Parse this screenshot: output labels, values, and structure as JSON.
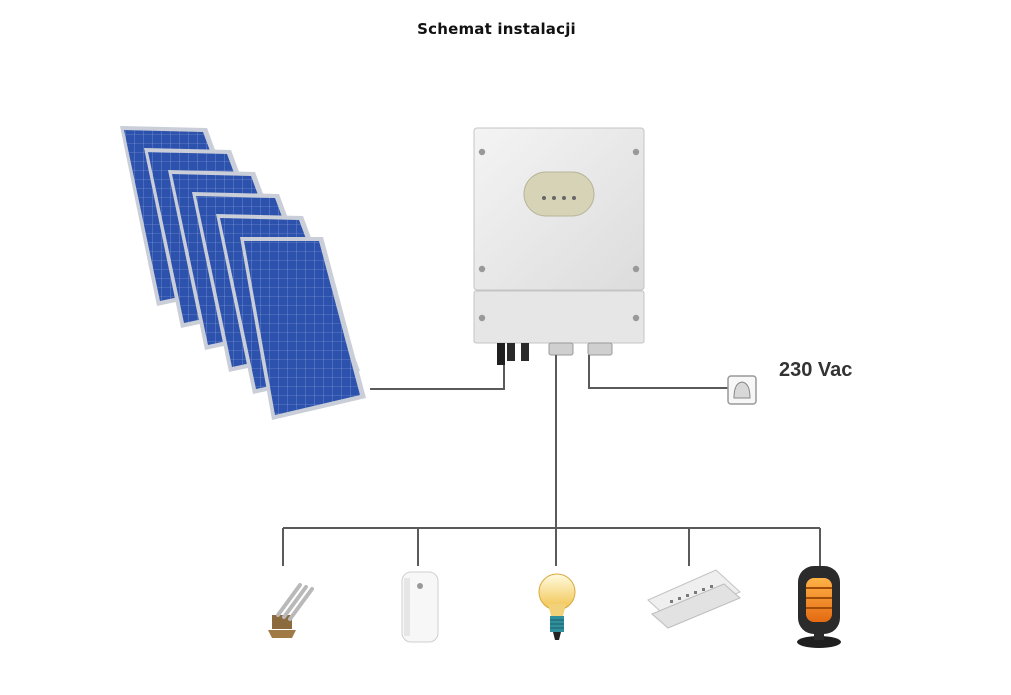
{
  "diagram": {
    "title": "Schemat instalacji",
    "grid_label": "230 Vac",
    "components": {
      "source": "solar-panel-array",
      "converter": "inverter-unit",
      "grid": "wall-socket",
      "loads": [
        "immersion-heater",
        "electric-boiler",
        "light-bulb",
        "underfloor-heating-mat",
        "space-heater"
      ]
    },
    "colors": {
      "panel": "#2a4ea8",
      "panel_frame": "#c9ced8",
      "line": "#5a5a5a",
      "inverter_body": "#ececec"
    }
  }
}
